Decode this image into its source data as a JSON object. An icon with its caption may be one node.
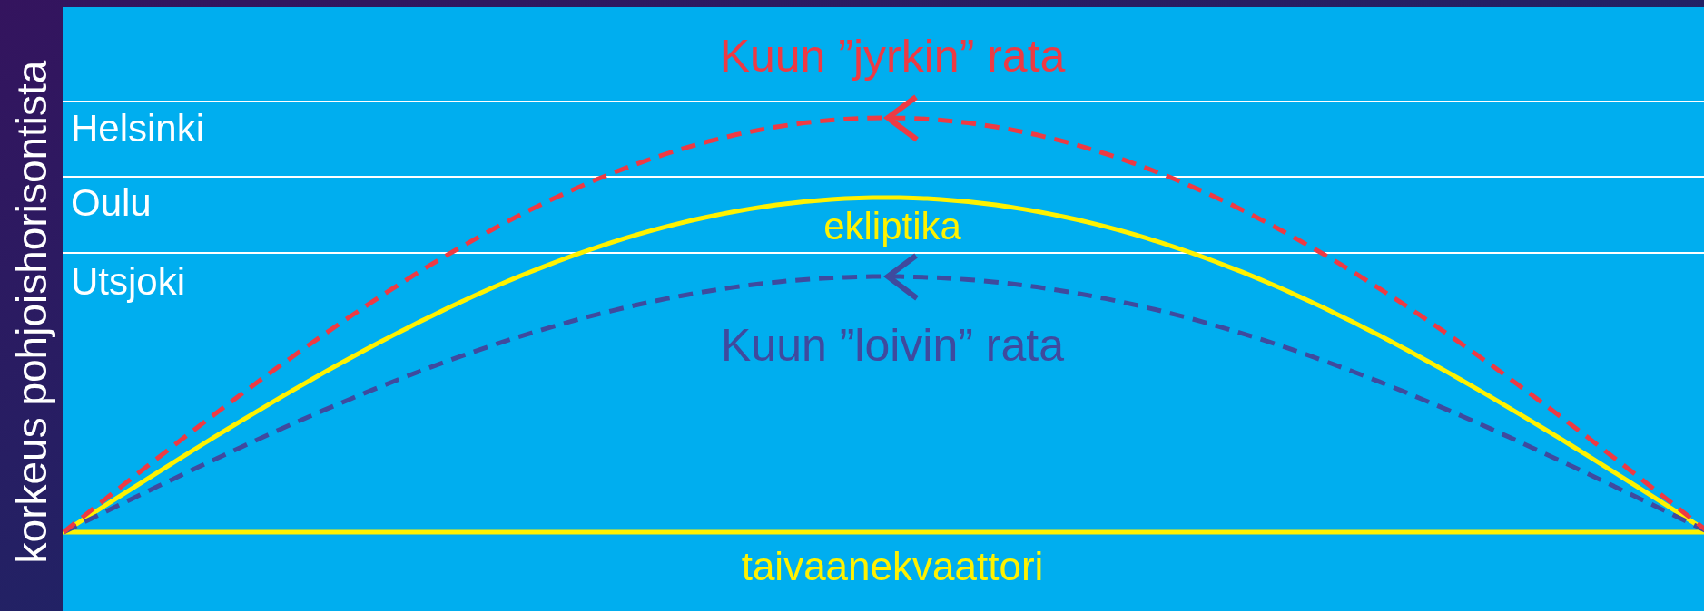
{
  "diagram": {
    "labels": [
      "korkeus pohjoishorisontista",
      "Kuun ”jyrkin” rata",
      "Helsinki",
      "Oulu",
      "ekliptika",
      "Utsjoki",
      "Kuun ”loivin” rata",
      "taivaanekvaattori"
    ]
  }
}
